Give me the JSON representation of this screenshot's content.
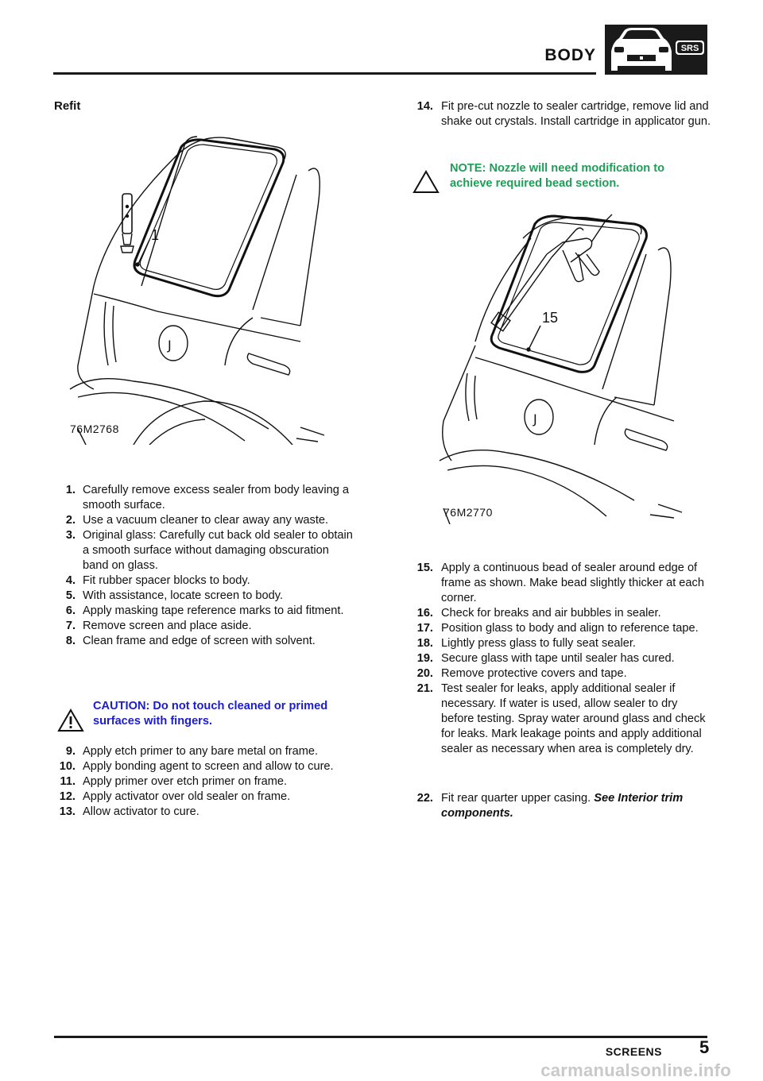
{
  "header": {
    "section": "BODY",
    "logo_text": "SRS"
  },
  "footer": {
    "section": "SCREENS",
    "page": "5",
    "watermark": "carmanualsonline.info"
  },
  "left": {
    "heading": "Refit",
    "figure_id": "76M2768",
    "callout": "1",
    "steps_a": [
      {
        "n": "1.",
        "t": "Carefully remove excess sealer from body leaving a smooth surface."
      },
      {
        "n": "2.",
        "t": "Use a vacuum cleaner to clear away any waste."
      },
      {
        "n": "3.",
        "t": "Original glass: Carefully cut back old sealer to obtain a smooth surface without damaging obscuration band on glass."
      },
      {
        "n": "4.",
        "t": "Fit rubber spacer blocks to body."
      },
      {
        "n": "5.",
        "t": "With assistance, locate screen to body."
      },
      {
        "n": "6.",
        "t": "Apply masking tape reference marks to aid fitment."
      },
      {
        "n": "7.",
        "t": "Remove screen and place aside."
      },
      {
        "n": "8.",
        "t": "Clean frame and edge of screen with solvent."
      }
    ],
    "caution": "CAUTION: Do not touch cleaned or primed surfaces with fingers.",
    "steps_b": [
      {
        "n": "9.",
        "t": "Apply etch primer to any bare metal on frame."
      },
      {
        "n": "10.",
        "t": "Apply bonding agent to screen and allow to cure."
      },
      {
        "n": "11.",
        "t": "Apply primer over etch primer on frame."
      },
      {
        "n": "12.",
        "t": "Apply activator over old sealer on frame."
      },
      {
        "n": "13.",
        "t": "Allow activator to cure."
      }
    ]
  },
  "right": {
    "step14": {
      "n": "14.",
      "t": "Fit pre-cut nozzle to sealer cartridge, remove lid and shake out crystals. Install cartridge in applicator gun."
    },
    "note": "NOTE: Nozzle will need modification to achieve required bead section.",
    "figure_id": "76M2770",
    "callout": "15",
    "steps": [
      {
        "n": "15.",
        "t": "Apply a continuous bead of sealer around edge of frame as shown. Make bead slightly thicker at each corner."
      },
      {
        "n": "16.",
        "t": "Check for breaks and air bubbles in sealer."
      },
      {
        "n": "17.",
        "t": "Position glass to body and align to reference tape."
      },
      {
        "n": "18.",
        "t": "Lightly press glass to fully seat sealer."
      },
      {
        "n": "19.",
        "t": "Secure glass with tape until sealer has cured."
      },
      {
        "n": "20.",
        "t": "Remove protective covers and tape."
      },
      {
        "n": "21.",
        "t": "Test sealer for leaks, apply additional sealer if necessary. If water is used, allow sealer to dry before testing. Spray water around glass and check for leaks. Mark leakage points and apply additional sealer as necessary when area is completely dry."
      }
    ],
    "step22": {
      "n": "22.",
      "t": "Fit rear quarter upper casing.",
      "ref": "See Interior trim components."
    }
  }
}
